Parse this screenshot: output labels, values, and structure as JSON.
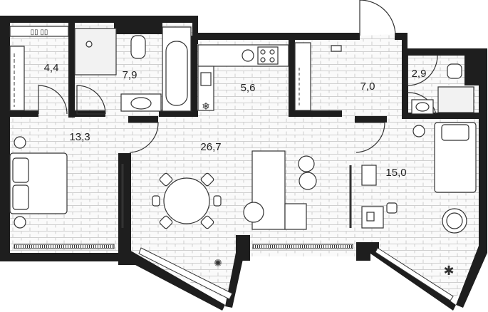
{
  "rooms": [
    {
      "key": "hall",
      "area": "4,4"
    },
    {
      "key": "bathroom",
      "area": "7,9"
    },
    {
      "key": "kitchen",
      "area": "5,6"
    },
    {
      "key": "wardrobe",
      "area": "7,0"
    },
    {
      "key": "wc",
      "area": "2,9"
    },
    {
      "key": "bedroom",
      "area": "13,3"
    },
    {
      "key": "living",
      "area": "26,7"
    },
    {
      "key": "bedroom2",
      "area": "15,0"
    }
  ],
  "colors": {
    "wall": "#1e1e1e",
    "floor_line": "#c8c8c8",
    "furniture_stroke": "#333333"
  }
}
